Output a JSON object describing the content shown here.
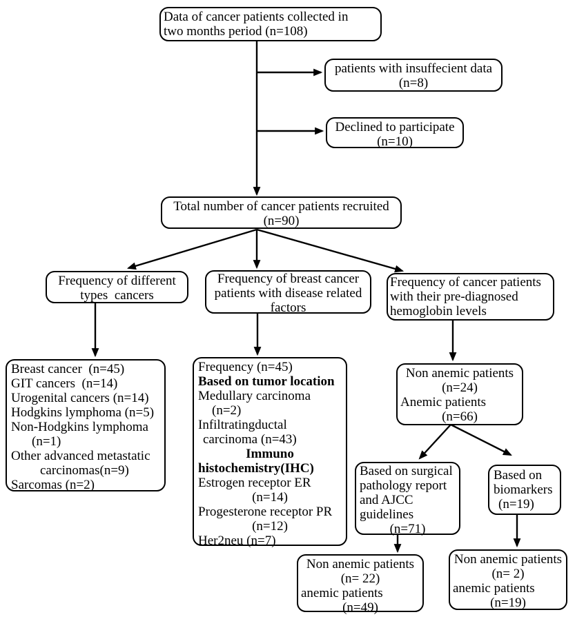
{
  "colors": {
    "ink": "#000000",
    "paper": "#ffffff"
  },
  "nodes": {
    "collected": {
      "lines": [
        "Data of cancer patients collected in",
        "two months period (n=108)"
      ]
    },
    "insufficient": {
      "lines": [
        "patients with insuffecient data",
        "(n=8)"
      ]
    },
    "declined": {
      "lines": [
        "Declined to participate",
        "(n=10)"
      ]
    },
    "total": {
      "lines": [
        "Total number of cancer patients recruited",
        "(n=90)"
      ]
    },
    "freq_types": {
      "lines": [
        "Frequency of different",
        "types  cancers"
      ]
    },
    "freq_breast": {
      "lines": [
        "Frequency of breast cancer",
        "patients with disease related",
        "factors"
      ]
    },
    "freq_hgb": {
      "lines": [
        "Frequency of cancer patients",
        "with their pre-diagnosed",
        "hemoglobin levels"
      ]
    },
    "types_list": {
      "lines": [
        "Breast cancer  (n=45)",
        "GIT cancers  (n=14)",
        "Urogenital cancers (n=14)",
        "Hodgkins lymphoma (n=5)",
        "Non-Hodgkins lymphoma",
        "(n=1)",
        "Other advanced metastatic",
        "carcinomas(n=9)",
        "Sarcomas (n=2)"
      ]
    },
    "breast_list": {
      "lines": [
        "Frequency (n=45)",
        "Based on tumor location",
        "Medullary carcinoma",
        "(n=2)",
        "Infiltratingductal",
        "carcinoma (n=43)",
        "Immuno",
        "histochemistry(IHC)",
        "Estrogen receptor ER",
        "(n=14)",
        "Progesterone receptor PR",
        "(n=12)",
        "Her2neu (n=7)"
      ]
    },
    "hgb_split": {
      "lines": [
        "Non anemic patients",
        "(n=24)",
        "Anemic patients",
        "(n=66)"
      ]
    },
    "surgical": {
      "lines": [
        "Based on surgical",
        "pathology report",
        "and AJCC",
        "guidelines",
        "(n=71)"
      ]
    },
    "biomarkers": {
      "lines": [
        "Based on",
        "biomarkers",
        "(n=19)"
      ]
    },
    "surgical_outcome": {
      "lines": [
        "Non anemic patients",
        "(n= 22)",
        "anemic patients",
        "(n=49)"
      ]
    },
    "biomarker_outcome": {
      "lines": [
        "Non anemic patients",
        "(n= 2)",
        "anemic patients",
        "(n=19)"
      ]
    }
  }
}
